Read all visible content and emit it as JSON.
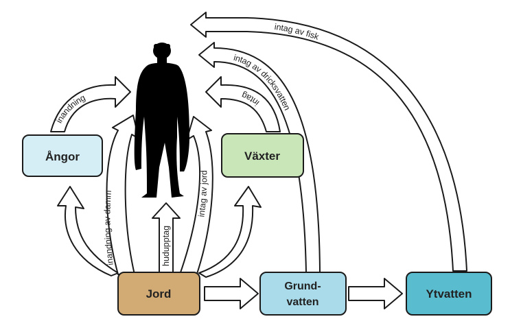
{
  "boxes": {
    "angor": {
      "label": "Ångor",
      "color": "#d5eef5"
    },
    "vaxter": {
      "label": "Växter",
      "color": "#c9e6b9"
    },
    "jord": {
      "label": "Jord",
      "color": "#d2aa74"
    },
    "grundvatten": {
      "line1": "Grund-",
      "line2": "vatten",
      "color": "#a9dbea"
    },
    "ytvatten": {
      "label": "Ytvatten",
      "color": "#59bccf"
    }
  },
  "arrows": {
    "intag_av_fisk": "intag av fisk",
    "intag_av_dricksvatten": "intag av dricksvatten",
    "inandning": "inandning",
    "intag": "intag",
    "inandning_av_damm": "inandning av damm",
    "intag_av_jord": "intag av jord",
    "hudupptag": "hudupptag"
  },
  "colors": {
    "outline": "#1a1a1a",
    "silhouette": "#000000"
  }
}
